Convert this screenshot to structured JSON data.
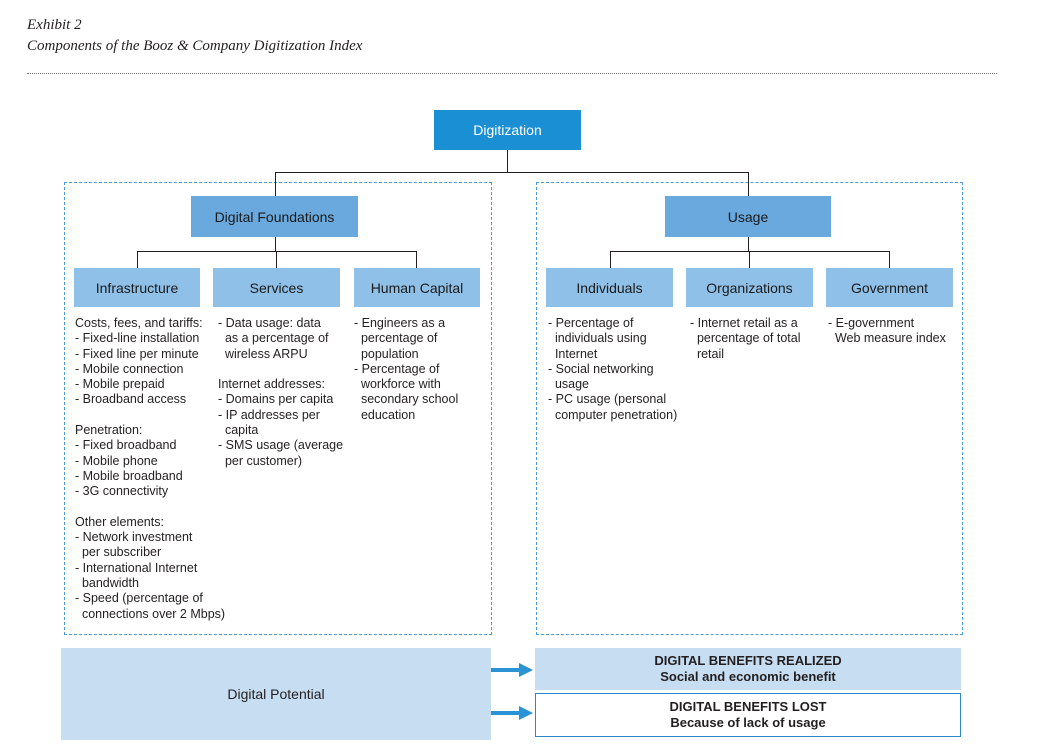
{
  "header": {
    "exhibit": "Exhibit 2",
    "subtitle": "Components of the Booz & Company Digitization Index"
  },
  "diagram": {
    "root": "Digitization",
    "branches": {
      "foundations": {
        "label": "Digital Foundations",
        "subcategories": {
          "infrastructure": {
            "label": "Infrastructure",
            "text": "Costs, fees, and tariffs:\n- Fixed-line installation\n- Fixed line per minute\n- Mobile connection\n- Mobile prepaid\n- Broadband access\n\nPenetration:\n- Fixed broadband\n- Mobile phone\n- Mobile broadband\n- 3G connectivity\n\nOther elements:\n- Network investment\n  per subscriber\n- International Internet\n  bandwidth\n- Speed (percentage of\n  connections over 2 Mbps)"
          },
          "services": {
            "label": "Services",
            "text": "- Data usage: data\n  as a percentage of\n  wireless ARPU\n\nInternet addresses:\n- Domains per capita\n- IP addresses per\n  capita\n- SMS usage (average\n  per customer)"
          },
          "human_capital": {
            "label": "Human Capital",
            "text": "- Engineers as a\n  percentage of\n  population\n- Percentage of\n  workforce with\n  secondary school\n  education"
          }
        }
      },
      "usage": {
        "label": "Usage",
        "subcategories": {
          "individuals": {
            "label": "Individuals",
            "text": "- Percentage of\n  individuals using\n  Internet\n- Social networking\n  usage\n- PC usage (personal\n  computer penetration)"
          },
          "organizations": {
            "label": "Organizations",
            "text": "- Internet retail as a\n  percentage of total\n  retail"
          },
          "government": {
            "label": "Government",
            "text": "- E-government\n  Web measure index"
          }
        }
      }
    },
    "potential": "Digital Potential",
    "realized": {
      "title": "DIGITAL BENEFITS REALIZED",
      "subtitle": "Social and economic benefit"
    },
    "lost": {
      "title": "DIGITAL BENEFITS LOST",
      "subtitle": "Because of lack of usage"
    },
    "colors": {
      "top": "#1b8fd3",
      "mid": "#6aa9de",
      "sub": "#8fc0e8",
      "bottom": "#c6ddf2",
      "arrow": "#2a93d5"
    }
  }
}
